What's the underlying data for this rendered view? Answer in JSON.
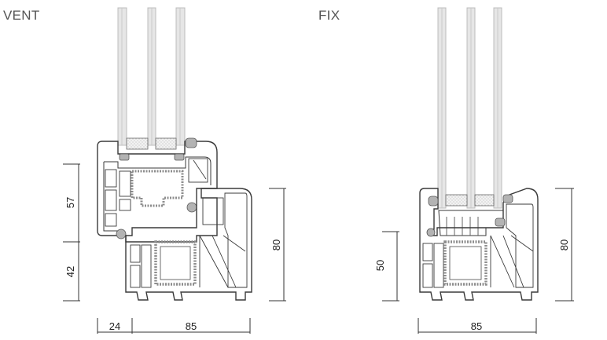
{
  "titles": {
    "vent": "VENT",
    "fix": "FIX"
  },
  "dimensions": {
    "vent": {
      "upper_height": "57",
      "lower_height": "42",
      "total_height": "80",
      "sash_offset": "24",
      "frame_depth": "85"
    },
    "fix": {
      "glazing_height": "50",
      "total_height": "80",
      "frame_depth": "85"
    }
  },
  "colors": {
    "line": "#3a3a3a",
    "glass": "#d8d8d8",
    "gasket": "#b5b5b5",
    "insulation": "#cfcfcf",
    "text": "#555555"
  }
}
